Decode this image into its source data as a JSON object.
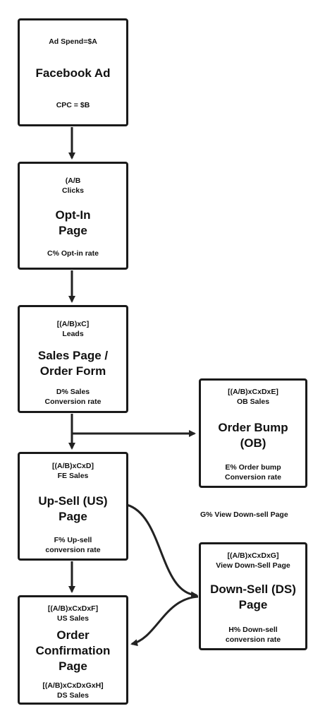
{
  "nodes": {
    "facebook_ad": {
      "top": "Ad Spend=$A",
      "title": [
        "Facebook Ad"
      ],
      "bottom": [
        "CPC = $B"
      ]
    },
    "opt_in": {
      "top": [
        "(A/B",
        "Clicks"
      ],
      "title": [
        "Opt-In",
        "Page"
      ],
      "bottom": [
        "C% Opt-in rate"
      ]
    },
    "sales_page": {
      "top": [
        "[(A/B)xC]",
        "Leads"
      ],
      "title": [
        "Sales Page /",
        "Order Form"
      ],
      "bottom": [
        "D% Sales",
        "Conversion rate"
      ]
    },
    "order_bump": {
      "top": [
        "[(A/B)xCxDxE]",
        "OB Sales"
      ],
      "title": [
        "Order Bump",
        "(OB)"
      ],
      "bottom": [
        "E% Order bump",
        "Conversion rate"
      ]
    },
    "upsell": {
      "top": [
        "[(A/B)xCxD]",
        "FE Sales"
      ],
      "title": [
        "Up-Sell (US)",
        "Page"
      ],
      "bottom": [
        "F% Up-sell",
        "conversion rate"
      ]
    },
    "downsell": {
      "top": [
        "[(A/B)xCxDxG]",
        "View Down-Sell Page"
      ],
      "title": [
        "Down-Sell (DS)",
        "Page"
      ],
      "bottom": [
        "H% Down-sell",
        "conversion rate"
      ]
    },
    "confirmation": {
      "top": [
        "[(A/B)xCxDxF]",
        "US Sales"
      ],
      "title": [
        "Order",
        "Confirmation",
        "Page"
      ],
      "bottom": [
        "[(A/B)xCxDxGxH]",
        "DS Sales"
      ]
    }
  },
  "labels": {
    "view_downsell": "G%  View Down-sell Page"
  }
}
